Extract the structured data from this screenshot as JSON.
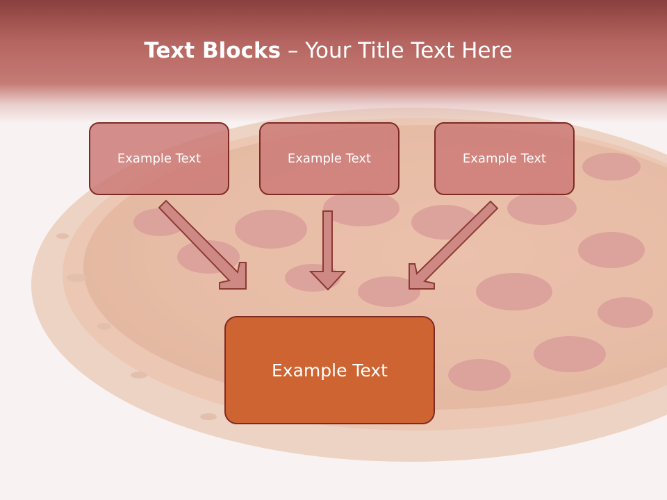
{
  "slide": {
    "title_bold": "Text Blocks",
    "title_rest": " – Your Title Text Here"
  },
  "blocks": [
    {
      "label": "Example Text"
    },
    {
      "label": "Example Text"
    },
    {
      "label": "Example Text"
    }
  ],
  "target_block": {
    "label": "Example Text"
  },
  "colors": {
    "title_band": "#b8655e",
    "block_fill": "#cc7a76",
    "block_border": "#7e2a24",
    "target_fill": "#cd6432",
    "arrow_fill": "#cf8985",
    "arrow_stroke": "#8b3a35",
    "text": "#ffffff"
  },
  "background_image": "pepperoni-pizza"
}
